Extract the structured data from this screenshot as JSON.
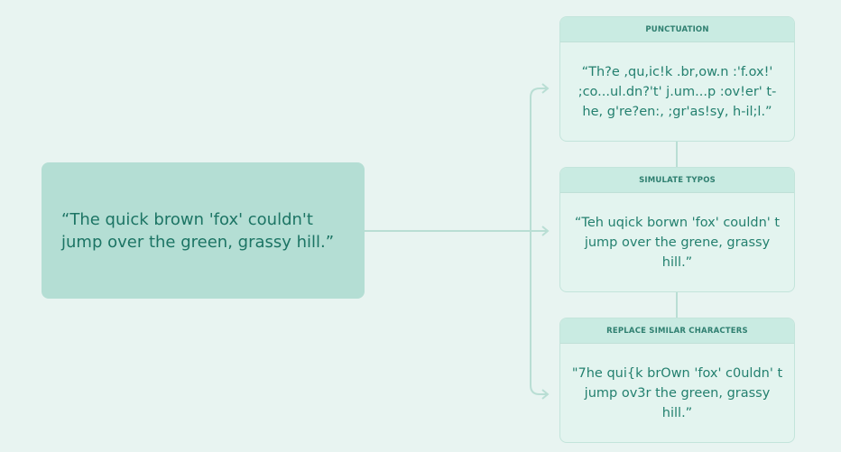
{
  "input_text": "“The quick brown 'fox' couldn't jump over the green, grassy hill.”",
  "cards": [
    {
      "title": "PUNCTUATION",
      "text": "“Th?e ,qu,ic!k .br,ow.n :'f.ox!' ;co...ul.dn?'t' j.um...p :ov!er' t-he, g're?en:, ;gr'as!sy, h-il;l.”"
    },
    {
      "title": "SIMULATE TYPOS",
      "text": "“Teh uqick borwn 'fox' couldn' t jump over the grene, grassy hill.”"
    },
    {
      "title": "REPLACE SIMILAR CHARACTERS",
      "text": "\"7he qui{k brOwn 'fox' c0uldn' t jump ov3r the green, grassy hill.”"
    }
  ],
  "colors": {
    "background": "#e8f4f1",
    "input_box": "#b4ded4",
    "card": "#e3f4ef",
    "card_header": "#c9ebe2",
    "text": "#1f7a6b",
    "connector": "#b9ded4"
  }
}
